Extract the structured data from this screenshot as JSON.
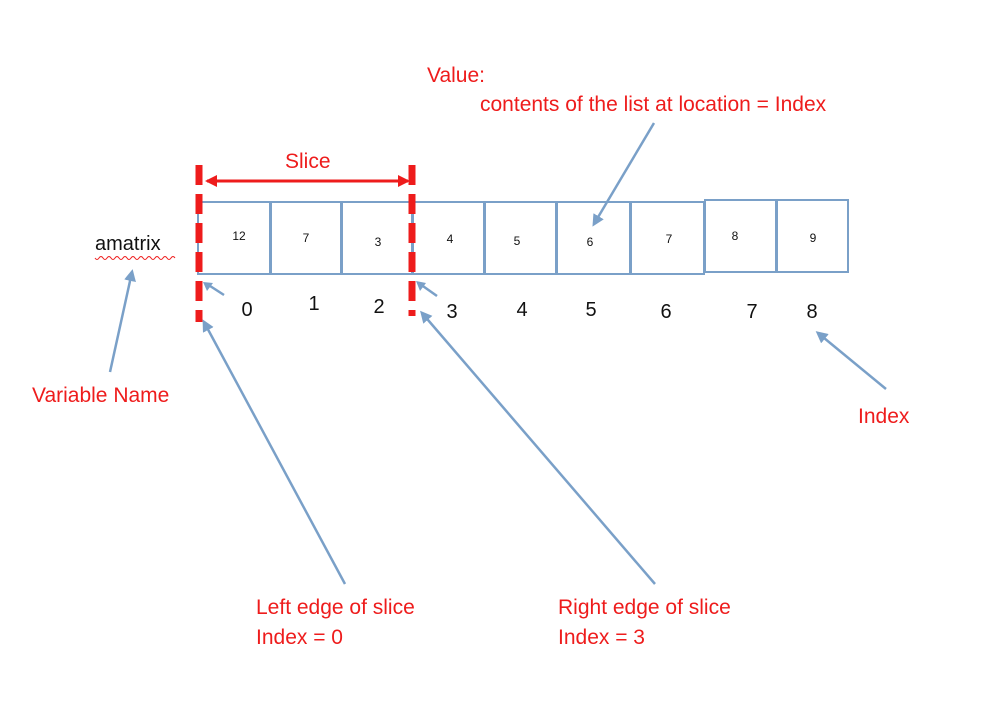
{
  "variable_name": "amatrix",
  "values": [
    "12",
    "7",
    "3",
    "4",
    "5",
    "6",
    "7",
    "8",
    "9"
  ],
  "indices": [
    "0",
    "1",
    "2",
    "3",
    "4",
    "5",
    "6",
    "7",
    "8"
  ],
  "labels": {
    "value_title": "Value:",
    "value_desc": "contents of the list at location = Index",
    "slice": "Slice",
    "variable_name": "Variable Name",
    "index": "Index",
    "left_edge_line1": "Left edge of slice",
    "left_edge_line2": "Index = 0",
    "right_edge_line1": "Right edge of slice",
    "right_edge_line2": "Index = 3"
  },
  "colors": {
    "annotation": "#ee1c1c",
    "cell_border": "#7aa0c8",
    "arrow": "#7aa0c8"
  }
}
